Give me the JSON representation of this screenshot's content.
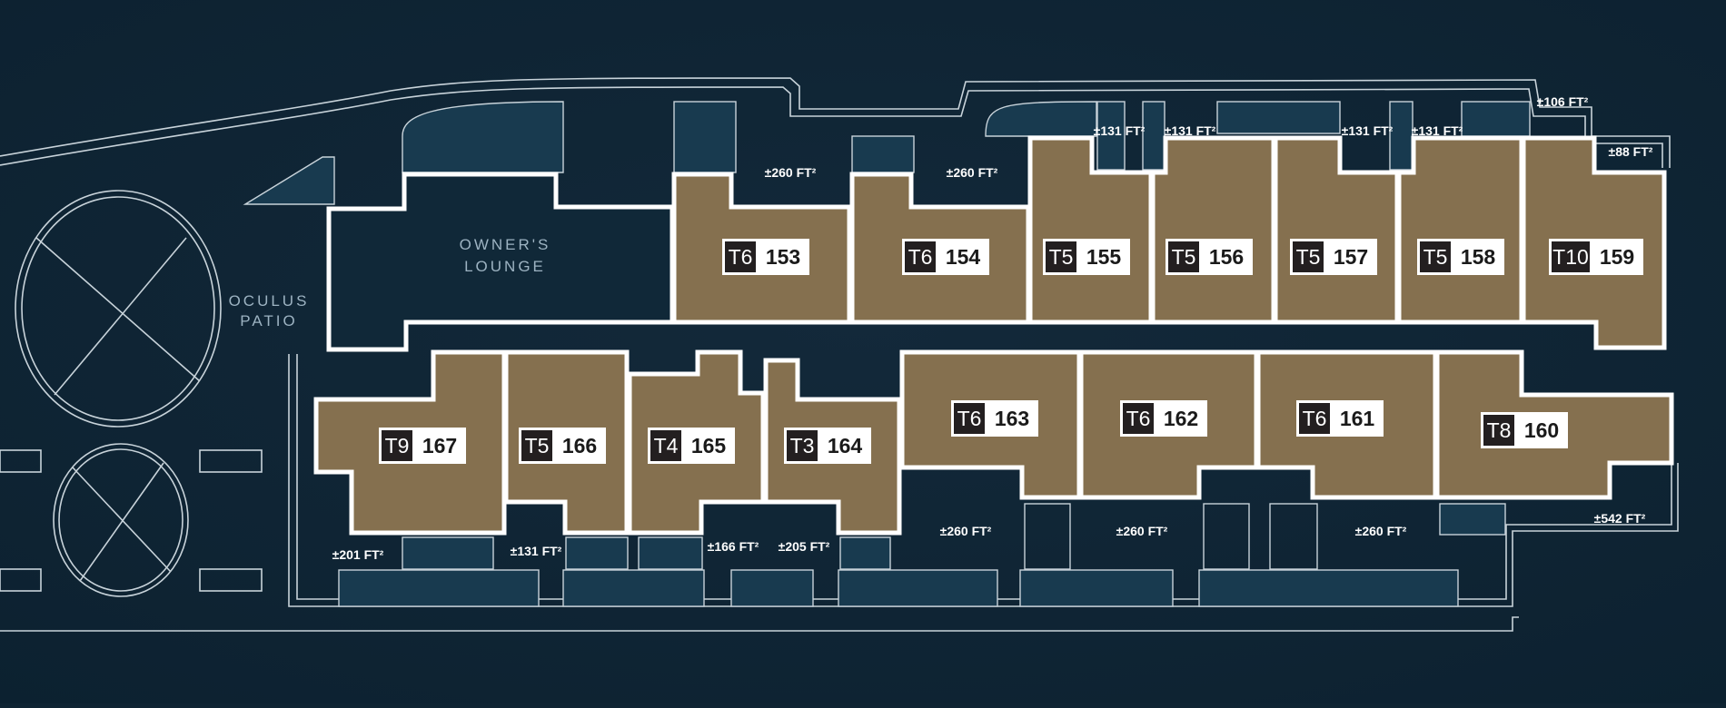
{
  "colors": {
    "background": "#0f2433",
    "unit_fill": "#85704f",
    "unit_stroke": "#ffffff",
    "type_badge": "#231f20",
    "number_badge": "#ffffff",
    "line": "#c8d3da",
    "terrace": "#183a4f"
  },
  "rooms": {
    "oculus_patio": [
      "OCULUS",
      "PATIO"
    ],
    "owners_lounge": [
      "OWNER'S",
      "LOUNGE"
    ]
  },
  "units": [
    {
      "type": "T6",
      "number": "153"
    },
    {
      "type": "T6",
      "number": "154"
    },
    {
      "type": "T5",
      "number": "155"
    },
    {
      "type": "T5",
      "number": "156"
    },
    {
      "type": "T5",
      "number": "157"
    },
    {
      "type": "T5",
      "number": "158"
    },
    {
      "type": "T10",
      "number": "159"
    },
    {
      "type": "T8",
      "number": "160"
    },
    {
      "type": "T6",
      "number": "161"
    },
    {
      "type": "T6",
      "number": "162"
    },
    {
      "type": "T6",
      "number": "163"
    },
    {
      "type": "T3",
      "number": "164"
    },
    {
      "type": "T4",
      "number": "165"
    },
    {
      "type": "T5",
      "number": "166"
    },
    {
      "type": "T9",
      "number": "167"
    }
  ],
  "terrace_areas": [
    {
      "value": "±260 FT²"
    },
    {
      "value": "±260 FT²"
    },
    {
      "value": "±131 FT²"
    },
    {
      "value": "±131 FT²"
    },
    {
      "value": "±131 FT²"
    },
    {
      "value": "±131 FT²"
    },
    {
      "value": "±106 FT²"
    },
    {
      "value": "±88 FT²"
    },
    {
      "value": "±201 FT²"
    },
    {
      "value": "±131 FT²"
    },
    {
      "value": "±166 FT²"
    },
    {
      "value": "±205 FT²"
    },
    {
      "value": "±260 FT²"
    },
    {
      "value": "±260 FT²"
    },
    {
      "value": "±260 FT²"
    },
    {
      "value": "±542 FT²"
    }
  ]
}
